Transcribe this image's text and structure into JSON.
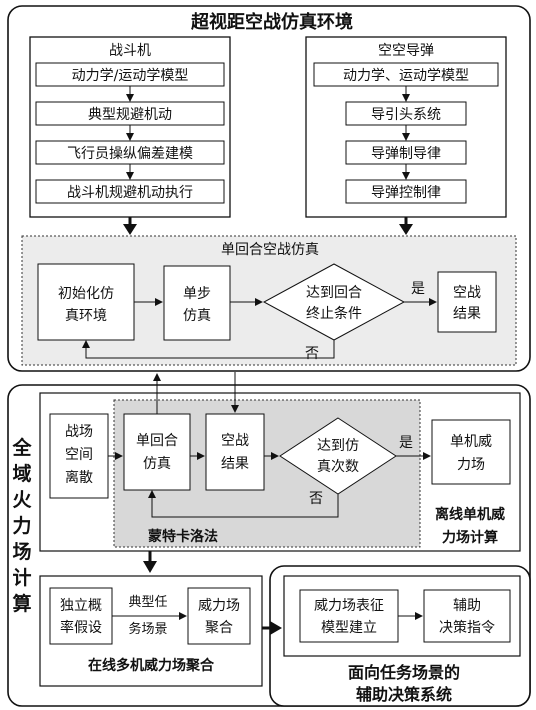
{
  "title": "超视距空战仿真环境",
  "fighter": {
    "title": "战斗机",
    "items": [
      "动力学/运动学模型",
      "典型规避机动",
      "飞行员操纵偏差建模",
      "战斗机规避机动执行"
    ]
  },
  "missile": {
    "title": "空空导弹",
    "items": [
      "动力学、运动学模型",
      "导引头系统",
      "导弹制导律",
      "导弹控制律"
    ]
  },
  "single_round": {
    "title": "单回合空战仿真",
    "init": [
      "初始化仿",
      "真环境"
    ],
    "step": [
      "单步",
      "仿真"
    ],
    "decision": [
      "达到回合",
      "终止条件"
    ],
    "yes": "是",
    "no": "否",
    "result": [
      "空战",
      "结果"
    ]
  },
  "side_label": [
    "全",
    "域",
    "火",
    "力",
    "场",
    "计",
    "算"
  ],
  "offline": {
    "discrete": [
      "战场",
      "空间",
      "离散"
    ],
    "round_sim": [
      "单回合",
      "仿真"
    ],
    "combat_result": [
      "空战",
      "结果"
    ],
    "decision": [
      "达到仿",
      "真次数"
    ],
    "yes": "是",
    "no": "否",
    "single_field": [
      "单机威",
      "力场"
    ],
    "monte_carlo": "蒙特卡洛法",
    "caption": [
      "离线单机威",
      "力场计算"
    ]
  },
  "online": {
    "assume": [
      "独立概",
      "率假设"
    ],
    "scene": [
      "典型任",
      "务场景"
    ],
    "aggregate": [
      "威力场",
      "聚合"
    ],
    "caption": "在线多机威力场聚合"
  },
  "decision_system": {
    "model": [
      "威力场表征",
      "模型建立"
    ],
    "aid": [
      "辅助",
      "决策指令"
    ],
    "caption": [
      "面向任务场景的",
      "辅助决策系统"
    ]
  }
}
